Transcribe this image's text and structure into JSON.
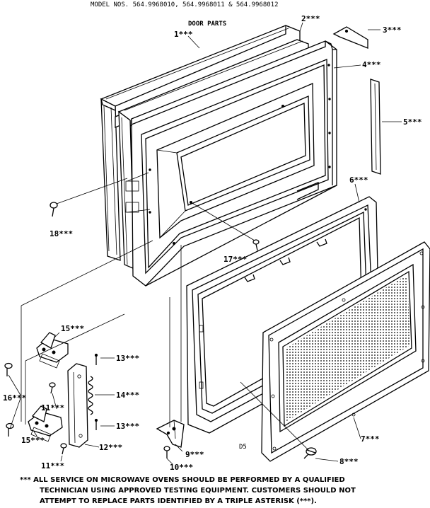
{
  "header": {
    "models": "MODEL NOS. 564.9968010, 564.9968011 & 564.9968012",
    "section_title": "DOOR PARTS"
  },
  "callouts": [
    {
      "id": "1",
      "text": "1***"
    },
    {
      "id": "2",
      "text": "2***"
    },
    {
      "id": "3",
      "text": "3***"
    },
    {
      "id": "4",
      "text": "4***"
    },
    {
      "id": "5",
      "text": "5***"
    },
    {
      "id": "6",
      "text": "6***"
    },
    {
      "id": "7",
      "text": "7***"
    },
    {
      "id": "8",
      "text": "8***"
    },
    {
      "id": "9",
      "text": "9***"
    },
    {
      "id": "10",
      "text": "10***"
    },
    {
      "id": "11a",
      "text": "11***"
    },
    {
      "id": "11b",
      "text": "11***"
    },
    {
      "id": "12",
      "text": "12***"
    },
    {
      "id": "13a",
      "text": "13***"
    },
    {
      "id": "13b",
      "text": "13***"
    },
    {
      "id": "14",
      "text": "14***"
    },
    {
      "id": "15a",
      "text": "15***"
    },
    {
      "id": "15b",
      "text": "15***"
    },
    {
      "id": "16",
      "text": "16***"
    },
    {
      "id": "17",
      "text": "17***"
    },
    {
      "id": "18",
      "text": "18***"
    }
  ],
  "figure_code": "D5",
  "footnote": [
    "*** ALL SERVICE ON MICROWAVE OVENS SHOULD BE PERFORMED BY A QUALIFIED",
    "TECHNICIAN USING APPROVED TESTING EQUIPMENT. CUSTOMERS SHOULD NOT",
    "ATTEMPT TO REPLACE PARTS IDENTIFIED BY A TRIPLE ASTERISK (***)."
  ]
}
